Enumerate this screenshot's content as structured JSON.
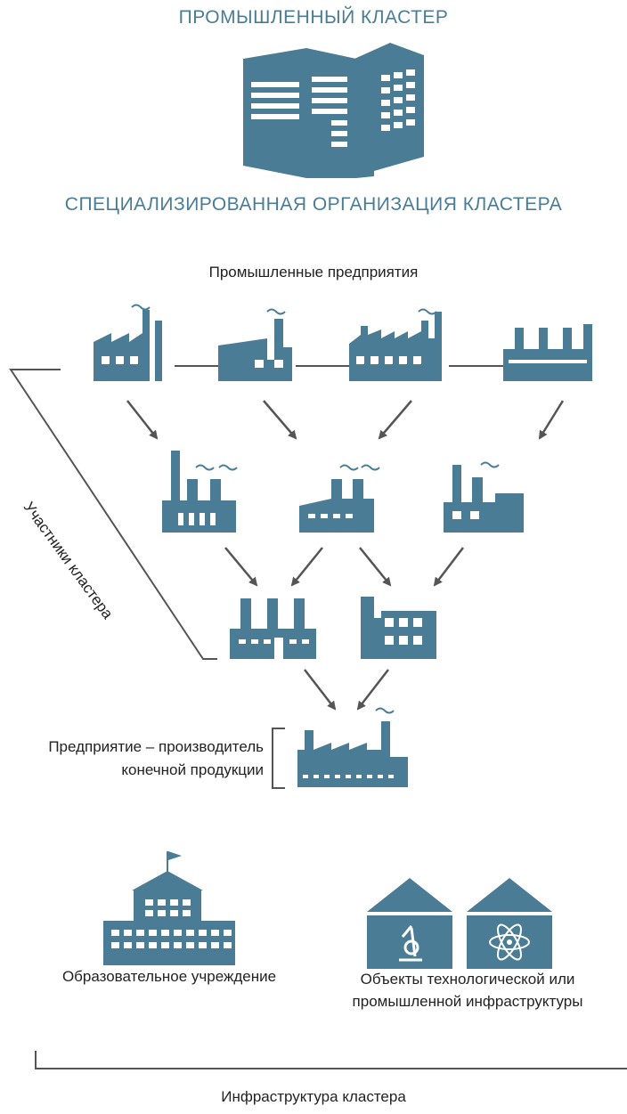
{
  "titles": {
    "industrial_cluster": "ПРОМЫШЛЕННЫЙ КЛАСТЕР",
    "specialized_organization": "СПЕЦИАЛИЗИРОВАННАЯ ОРГАНИЗАЦИЯ КЛАСТЕРА"
  },
  "labels": {
    "industrial_enterprises": "Промышленные предприятия",
    "cluster_members": "Участники кластера",
    "final_producer": "Предприятие – производитель конечной продукции",
    "educational_institution": "Образовательное учреждение",
    "infrastructure_objects": "Объекты технологической или промышленной инфраструктуры",
    "cluster_infrastructure": "Инфраструктура кластера"
  },
  "colors": {
    "primary": "#4a7d95",
    "line": "#555555",
    "text": "#222222"
  },
  "icons": {
    "building": "office-building-icon",
    "factory": "factory-icon",
    "school": "school-building-icon",
    "lab": "microscope-icon",
    "science": "atom-icon"
  }
}
